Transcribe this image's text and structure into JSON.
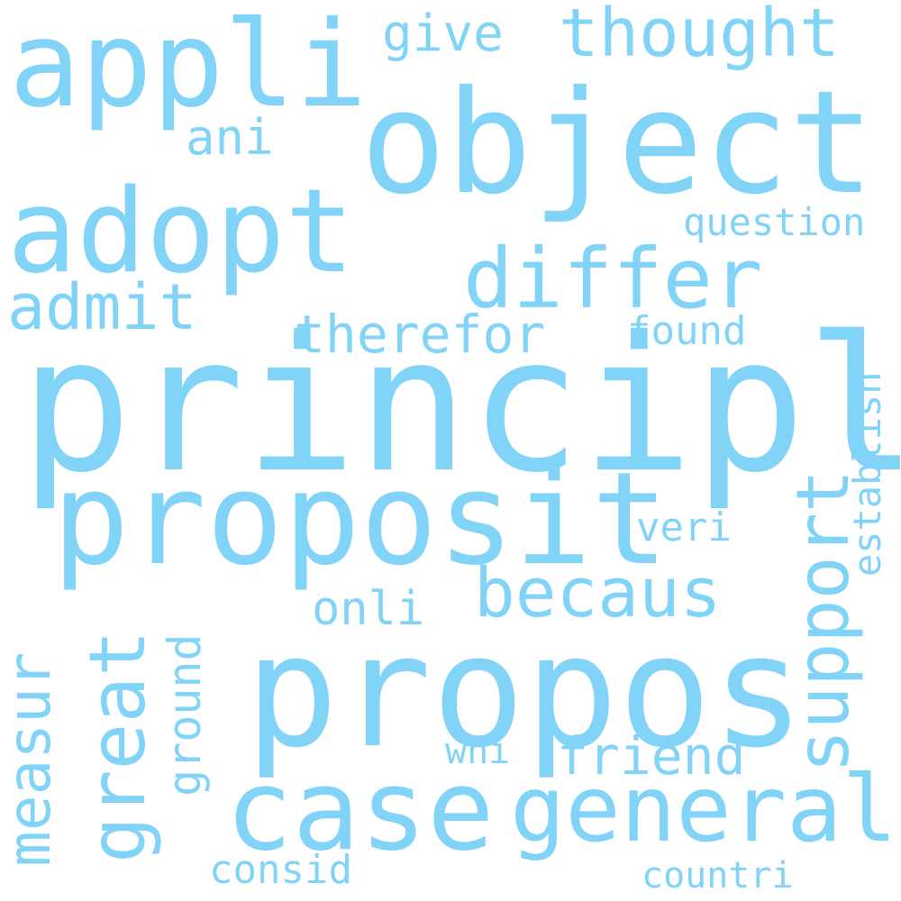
{
  "text_color": "#81d4f7",
  "background": "#ffffff",
  "words": [
    {
      "text": "principl"
    },
    {
      "text": "propos"
    },
    {
      "text": "object"
    },
    {
      "text": "proposit"
    },
    {
      "text": "appli"
    },
    {
      "text": "adopt"
    },
    {
      "text": "case"
    },
    {
      "text": "differ"
    },
    {
      "text": "general"
    },
    {
      "text": "thought"
    },
    {
      "text": "support"
    },
    {
      "text": "great"
    },
    {
      "text": "becaus"
    },
    {
      "text": "admit"
    },
    {
      "text": "measur"
    },
    {
      "text": "therefor"
    },
    {
      "text": "friend"
    },
    {
      "text": "give"
    },
    {
      "text": "ani"
    },
    {
      "text": "ground"
    },
    {
      "text": "question"
    },
    {
      "text": "establish"
    },
    {
      "text": "onli"
    },
    {
      "text": "found"
    },
    {
      "text": "veri"
    },
    {
      "text": "whi"
    },
    {
      "text": "consid"
    },
    {
      "text": "countri"
    }
  ]
}
